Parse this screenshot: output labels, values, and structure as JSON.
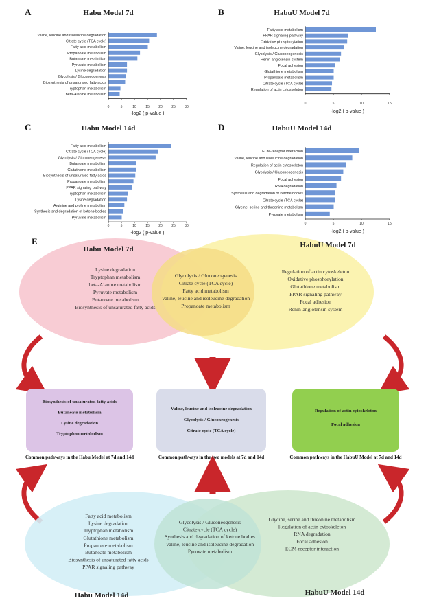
{
  "chart_data": [
    {
      "type": "bar",
      "panel": "A",
      "title": "Habu Model 7d",
      "xlabel": "-log2 ( p-value )",
      "xlim": [
        0,
        30
      ],
      "xticks": [
        0,
        5,
        10,
        15,
        20,
        25,
        30
      ],
      "categories": [
        "Valine, leucine and isoleucine degradation",
        "Citrate cycle (TCA cycle)",
        "Fatty acid metabolism",
        "Propanoate metabolism",
        "Butanoate metabolism",
        "Pyruvate metabolism",
        "Lysine degradation",
        "Glycolysis / Gluconeogenesis",
        "Biosynthesis of unsaturated fatty acids",
        "Tryptophan metabolism",
        "beta-Alanine metabolism"
      ],
      "values": [
        18.5,
        15.5,
        15,
        12,
        11,
        7,
        7,
        6.5,
        6.3,
        4.5,
        4.2
      ]
    },
    {
      "type": "bar",
      "panel": "B",
      "title": "HabuU Model 7d",
      "xlabel": "-log2 ( p-value )",
      "xlim": [
        0,
        15
      ],
      "xticks": [
        0,
        5,
        10,
        15
      ],
      "categories": [
        "Fatty acid metabolism",
        "PPAR signaling pathway",
        "Oxidative phosphorylation",
        "Valine, leucine and isoleucine degradation",
        "Glycolysis / Gluconeogenesis",
        "Renin-angiotensin system",
        "Focal adhesion",
        "Glutathione metabolism",
        "Propanoate metabolism",
        "Citrate cycle (TCA cycle)",
        "Regulation of actin cytoskeleton"
      ],
      "values": [
        12.5,
        7.6,
        7.4,
        6.8,
        6.3,
        6.1,
        5.2,
        5.0,
        5.0,
        4.7,
        4.6
      ]
    },
    {
      "type": "bar",
      "panel": "C",
      "title": "Habu Model 14d",
      "xlabel": "-log2 ( p-value )",
      "xlim": [
        0,
        30
      ],
      "xticks": [
        0,
        5,
        10,
        15,
        20,
        25,
        30
      ],
      "categories": [
        "Fatty acid metabolism",
        "Citrate cycle (TCA cycle)",
        "Glycolysis / Gluconeogenesis",
        "Butanoate metabolism",
        "Glutathione metabolism",
        "Biosynthesis of unsaturated fatty acids",
        "Propanoate metabolism",
        "PPAR signaling pathway",
        "Tryptophan metabolism",
        "Lysine degradation",
        "Arginine and proline metabolism",
        "Synthesis and degradation of ketone bodies",
        "Pyruvate metabolism"
      ],
      "values": [
        24,
        19,
        18,
        10.5,
        10.5,
        10.2,
        9.5,
        9,
        7.5,
        7,
        6,
        5.5,
        5
      ]
    },
    {
      "type": "bar",
      "panel": "D",
      "title": "HabuU Model 14d",
      "xlabel": "-log2 ( p-value )",
      "xlim": [
        0,
        15
      ],
      "xticks": [
        0,
        5,
        10,
        15
      ],
      "categories": [
        "ECM-receptor interaction",
        "Valine, leucine and isoleucine degradation",
        "Regulation of actin cytoskeleton",
        "Glycolysis / Gluconeogenesis",
        "Focal adhesion",
        "RNA degradation",
        "Synthesis and degradation of ketone bodies",
        "Citrate cycle (TCA cycle)",
        "Glycine, serine and threonine metabolism",
        "Pyruvate metabolism"
      ],
      "values": [
        9.5,
        8.3,
        7.2,
        6.7,
        6.3,
        5.5,
        5.3,
        5.2,
        5.0,
        4.3
      ]
    }
  ],
  "panel_e": {
    "letter": "E",
    "titles": {
      "habu7": "Habu Model 7d",
      "habuu7": "HabuU Model 7d",
      "habu14": "Habu Model 14d",
      "habuu14": "HabuU Model 14d"
    },
    "top_left": [
      "Lysine degradation",
      "Tryptophan metabolism",
      "beta-Alanine metabolism",
      "Pyruvate metabolism",
      "Butanoate metabolism",
      "Biosynthesis of unsaturated fatty acids"
    ],
    "top_mid": [
      "Glycolysis / Gluconeogenesis",
      "Citrate cycle (TCA cycle)",
      "Fatty acid metabolism",
      "Valine, leucine and isoleucine degradation",
      "Propanoate metabolism"
    ],
    "top_right": [
      "Regulation of actin cytoskeleton",
      "Oxidative phosphorylation",
      "Glutathione metabolism",
      "PPAR signaling pathway",
      "Focal adhesion",
      "Renin-angiotensin system"
    ],
    "box_left": [
      "Biosynthesis of unsaturated fatty acids",
      "Butanoate metabolism",
      "Lysine degradation",
      "Tryptophan metabolism"
    ],
    "box_mid": [
      "Valine, leucine and isoleucine degradation",
      "Glycolysis / Gluconeogenesis",
      "Citrate cycle (TCA cycle)"
    ],
    "box_right": [
      "Regulation of actin cytoskeleton",
      "Focal adhesion"
    ],
    "cap_left": "Common pathways in the Habu Model at 7d and 14d",
    "cap_mid": "Common pathways in the two models at 7d and 14d",
    "cap_right": "Common pathways in the HabuU Model at 7d and 14d",
    "bot_left": [
      "Fatty acid metabolism",
      "Lysine degradation",
      "Tryptophan metabolism",
      "Glutathione metabolism",
      "Propanoate metabolism",
      "Butanoate metabolism",
      "Biosynthesis of unsaturated fatty acids",
      "PPAR signaling pathway"
    ],
    "bot_mid": [
      "Glycolysis / Gluconeogenesis",
      "Citrate cycle (TCA cycle)",
      "Synthesis and degradation of ketone bodies",
      "Valine, leucine and isoleucine degradation",
      "Pyruvate metabolism"
    ],
    "bot_right": [
      "Glycine, serine and threonine metabolism",
      "Regulation of actin cytoskeleton",
      "RNA degradation",
      "Focal adhesion",
      "ECM-receptor interaction"
    ],
    "colors": {
      "pink": "#f7c6cf",
      "yellow": "#fbf2a8",
      "overlap_top": "#f5dc86",
      "blue": "#d3eef6",
      "green": "#cfe8cf",
      "overlap_bot": "#bfe3d6",
      "purple": "#dcc4e6",
      "grey_blue": "#d9dcea",
      "green_box": "#92cf4f",
      "arrow": "#c9262b",
      "bar": "#6f96d6"
    }
  }
}
